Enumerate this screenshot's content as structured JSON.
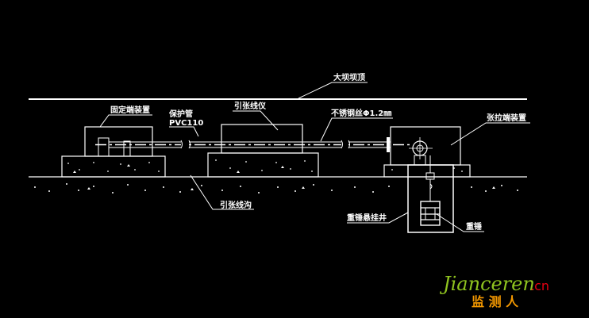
{
  "labels": {
    "dam_crest": "大坝坝顶",
    "fixed_end_device": "固定端装置",
    "protective_pipe": "保护管",
    "pipe_spec": "PVC110",
    "tension_wire_meter": "引张线仪",
    "stainless_wire": "不锈钢丝Φ1.2㎜",
    "tension_end_device": "张拉端装置",
    "wire_trench": "引张线沟",
    "weight_hanging_well": "重锤悬挂井",
    "weight": "重锤"
  },
  "watermark": {
    "brand_main": "Jianceren",
    "brand_suffix": ".cn",
    "brand_cn": "监 测 人"
  },
  "colors": {
    "background": "#000000",
    "lines": "#ffffff",
    "watermark_green": "#8fc31f",
    "watermark_orange": "#f39800",
    "watermark_red": "#e60012"
  }
}
